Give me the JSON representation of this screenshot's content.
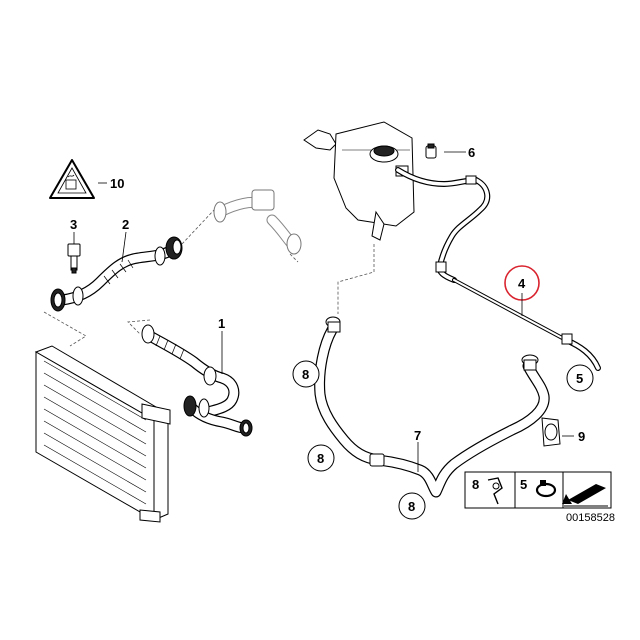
{
  "callouts": {
    "hose_upper": "1",
    "hose_lower": "2",
    "sensor": "3",
    "vent_pipe": "4",
    "clamp": "5",
    "cap": "6",
    "hose_tank": "7",
    "clip": "8",
    "bracket_clip": "9",
    "warning_label": "10"
  },
  "legend": {
    "clip_label": "8",
    "clamp_label": "5"
  },
  "diagram_id": "00158528",
  "highlight_color": "#d9232e",
  "icons": {
    "warning": "hot-coolant-warning-icon",
    "arrow": "slide-direction-arrow-icon"
  }
}
